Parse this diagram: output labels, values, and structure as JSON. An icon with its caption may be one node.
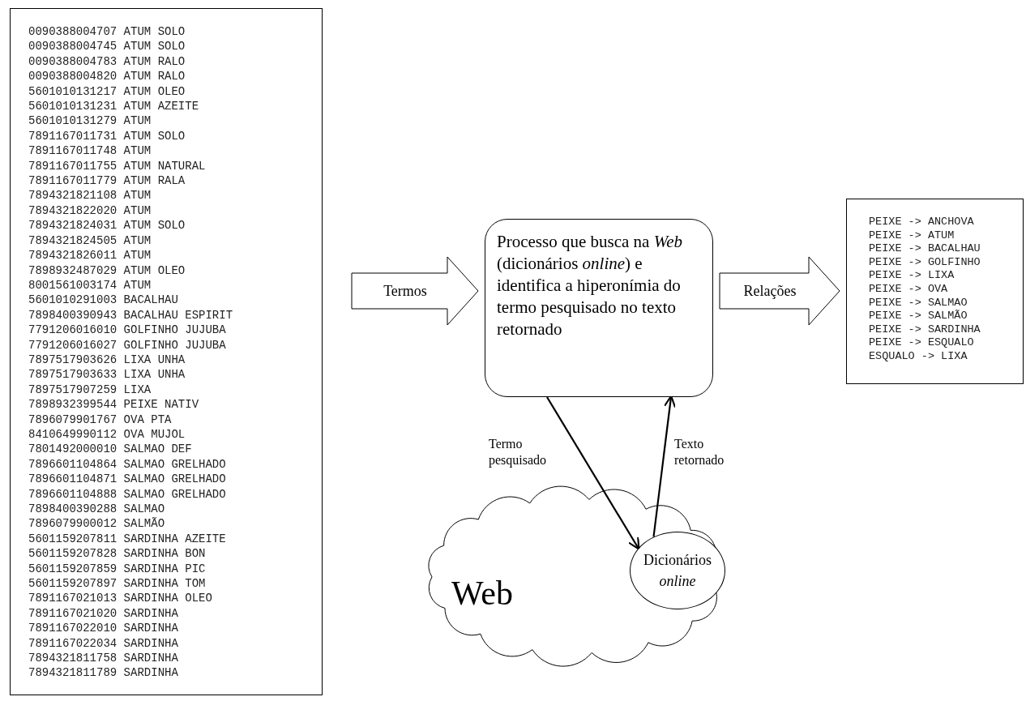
{
  "diagram": {
    "nodes": [
      {
        "text": [
          "0090388004707 ATUM SOLO",
          "0090388004745 ATUM SOLO",
          "0090388004783 ATUM RALO",
          "0090388004820 ATUM RALO",
          "5601010131217 ATUM OLEO",
          "5601010131231 ATUM AZEITE",
          "5601010131279 ATUM",
          "7891167011731 ATUM SOLO",
          "7891167011748 ATUM",
          "7891167011755 ATUM NATURAL",
          "7891167011779 ATUM RALA",
          "7894321821108 ATUM",
          "7894321822020 ATUM",
          "7894321824031 ATUM SOLO",
          "7894321824505 ATUM",
          "7894321826011 ATUM",
          "7898932487029 ATUM OLEO",
          "8001561003174 ATUM",
          "5601010291003 BACALHAU",
          "7898400390943 BACALHAU ESPIRIT",
          "7791206016010 GOLFINHO JUJUBA",
          "7791206016027 GOLFINHO JUJUBA",
          "7897517903626 LIXA UNHA",
          "7897517903633 LIXA UNHA",
          "7897517907259 LIXA",
          "7898932399544 PEIXE NATIV",
          "7896079901767 OVA PTA",
          "8410649990112 OVA MUJOL",
          "7801492000010 SALMAO DEF",
          "7896601104864 SALMAO GRELHADO",
          "7896601104871 SALMAO GRELHADO",
          "7896601104888 SALMAO GRELHADO",
          "7898400390288 SALMAO",
          "7896079900012 SALMÃO",
          "5601159207811 SARDINHA AZEITE",
          "5601159207828 SARDINHA BON",
          "5601159207859 SARDINHA PIC",
          "5601159207897 SARDINHA TOM",
          "7891167021013 SARDINHA OLEO",
          "7891167021020 SARDINHA",
          "7891167022010 SARDINHA",
          "7891167022034 SARDINHA",
          "7894321811758 SARDINHA",
          "7894321811789 SARDINHA"
        ]
      },
      {
        "text": [
          "Processo que busca na *Web* (dicionários *online*) e identifica a hiperonímia do termo pesquisado no texto retornado"
        ]
      },
      {
        "text": [
          "PEIXE -> ANCHOVA",
          "PEIXE -> ATUM",
          "PEIXE -> BACALHAU",
          "PEIXE -> GOLFINHO",
          "PEIXE -> LIXA",
          "PEIXE -> OVA",
          "PEIXE -> SALMAO",
          "PEIXE -> SALMÃO",
          "PEIXE -> SARDINHA",
          "PEIXE -> ESQUALO",
          "ESQUALO -> LIXA"
        ]
      },
      {
        "text": [
          "Web"
        ]
      },
      {
        "text": [
          "Dicionários *online*"
        ],
        "in": 3
      }
    ],
    "edges": [
      {
        "from": 0,
        "to": 1,
        "arrow": "to",
        "label": "Termos",
        "style": "thick"
      },
      {
        "from": 1,
        "to": 2,
        "arrow": "to",
        "label": "Relações",
        "style": "thick"
      },
      {
        "from": 1,
        "to": 4,
        "arrow": "to",
        "label": "Termo pesquisado"
      },
      {
        "from": 4,
        "to": 1,
        "arrow": "to",
        "label": "Texto retornado"
      }
    ]
  }
}
